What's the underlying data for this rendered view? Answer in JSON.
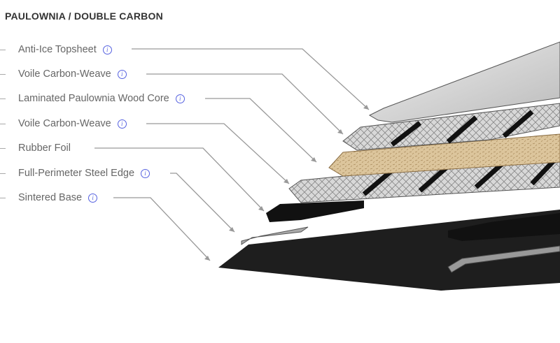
{
  "title": "PAULOWNIA / DOUBLE CARBON",
  "layers": [
    {
      "label": "Anti-Ice Topsheet",
      "info": "i"
    },
    {
      "label": "Voile Carbon-Weave",
      "info": "i"
    },
    {
      "label": "Laminated Paulownia Wood Core",
      "info": "i"
    },
    {
      "label": "Voile Carbon-Weave",
      "info": "i"
    },
    {
      "label": "Rubber Foil"
    },
    {
      "label": "Full-Perimeter Steel Edge",
      "info": "i"
    },
    {
      "label": "Sintered Base",
      "info": "i"
    }
  ],
  "colors": {
    "info": "#5662e0",
    "label": "#666666",
    "wood": "#d9c29a"
  }
}
